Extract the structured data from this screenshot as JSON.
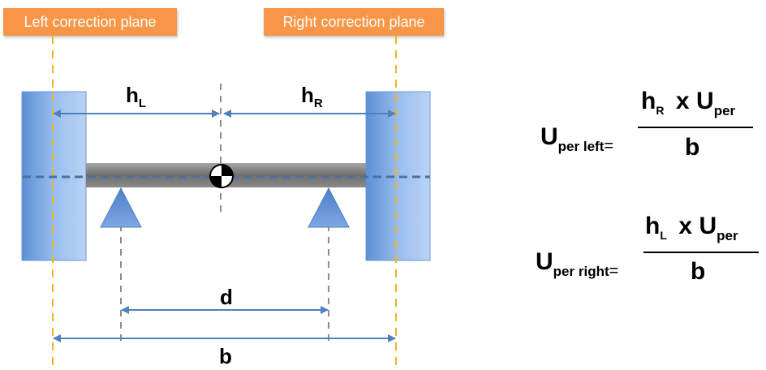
{
  "labels": {
    "left_plane": "Left correction plane",
    "right_plane": "Right correction plane",
    "hL_main": "h",
    "hL_sub": "L",
    "hR_main": "h",
    "hR_sub": "R",
    "d": "d",
    "b": "b"
  },
  "formulas": {
    "left": {
      "lhs_main": "U",
      "lhs_sub": "per left",
      "equals": "=",
      "num_h": "h",
      "num_h_sub": "R",
      "times": "x",
      "num_u": "U",
      "num_u_sub": "per",
      "den": "b"
    },
    "right": {
      "lhs_main": "U",
      "lhs_sub": "per right",
      "equals": "=",
      "num_h": "h",
      "num_h_sub": "L",
      "times": "x",
      "num_u": "U",
      "num_u_sub": "per",
      "den": "b"
    }
  },
  "colors": {
    "plane_label_bg": "#f79646",
    "plane_line": "#f4b400",
    "rotor_block": "#8db3e2",
    "rotor_block_edge": "#4f81bd",
    "axis_dash": "#4f81bd",
    "shaft": "#7f7f7f",
    "support": "#4f81bd",
    "dimension_arrow": "#4f81bd",
    "guide_dash": "#8c8c8c"
  },
  "icons": {
    "center_of_mass": "center-of-mass-icon",
    "support": "triangle-support-icon"
  }
}
